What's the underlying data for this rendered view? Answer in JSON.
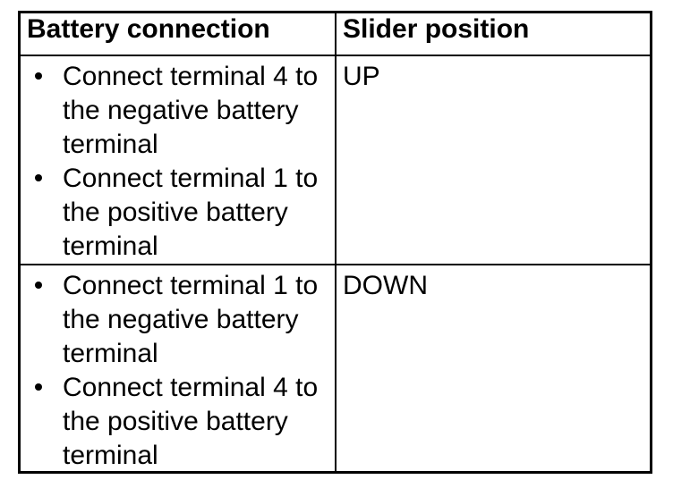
{
  "table": {
    "headers": [
      "Battery connection",
      "Slider position"
    ],
    "rows": [
      {
        "bullets": [
          "Connect terminal 4 to the negative battery terminal",
          "Connect terminal 1 to the positive battery terminal"
        ],
        "slider": "UP"
      },
      {
        "bullets": [
          "Connect terminal 1 to the negative battery terminal",
          "Connect terminal 4 to the positive battery terminal"
        ],
        "slider": "DOWN"
      }
    ]
  },
  "colors": {
    "border": "#000000",
    "text": "#000000",
    "background": "#ffffff"
  }
}
